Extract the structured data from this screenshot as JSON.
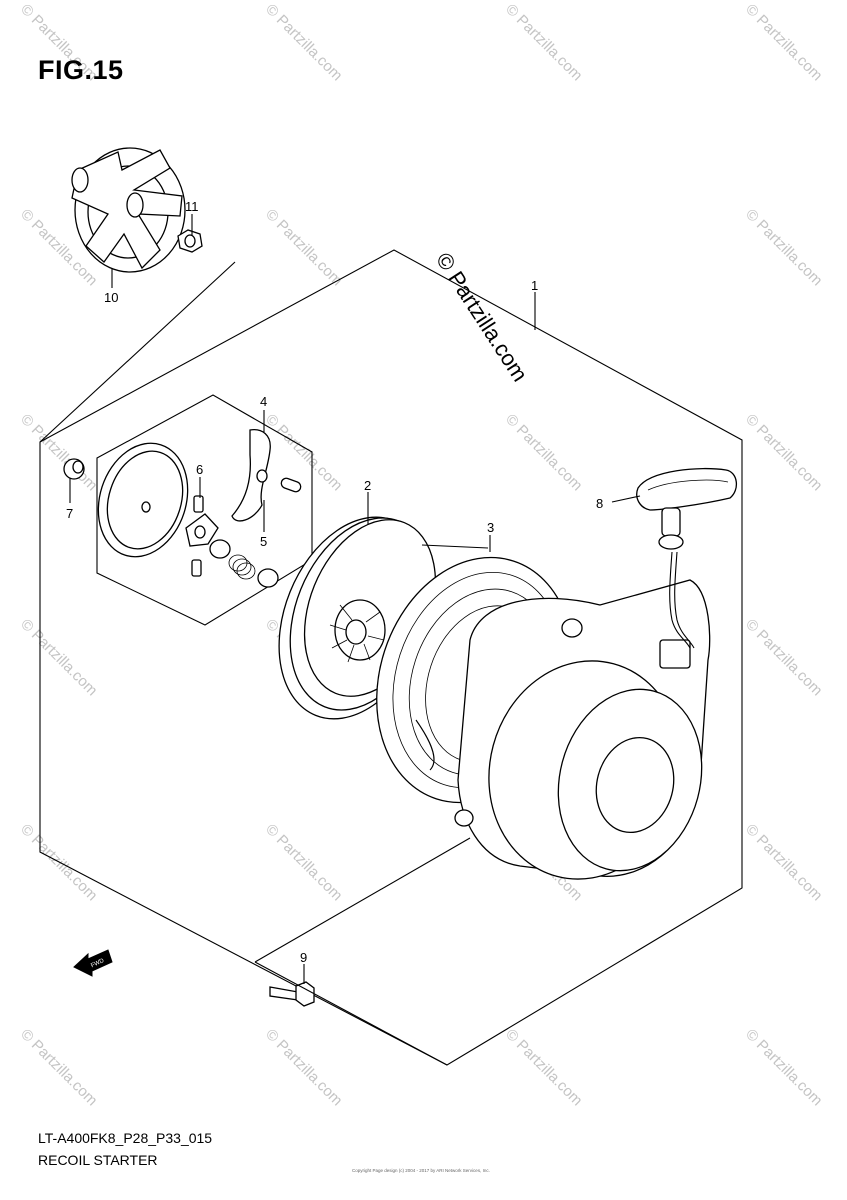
{
  "figure": {
    "title": "FIG.15"
  },
  "footer": {
    "model": "LT-A400FK8_P28_P33_015",
    "caption": "RECOIL STARTER",
    "copyright_small": "Copyright Page design (c) 2004 - 2017 by ARI Network Services, Inc."
  },
  "watermark": {
    "text": "© Partzilla.com"
  },
  "callouts": [
    {
      "id": "1",
      "label": "1"
    },
    {
      "id": "2",
      "label": "2"
    },
    {
      "id": "3",
      "label": "3"
    },
    {
      "id": "4",
      "label": "4"
    },
    {
      "id": "5",
      "label": "5"
    },
    {
      "id": "6",
      "label": "6"
    },
    {
      "id": "7",
      "label": "7"
    },
    {
      "id": "8",
      "label": "8"
    },
    {
      "id": "9",
      "label": "9"
    },
    {
      "id": "10",
      "label": "10"
    },
    {
      "id": "11",
      "label": "11"
    }
  ],
  "direction_arrow": {
    "label": "FWD"
  }
}
